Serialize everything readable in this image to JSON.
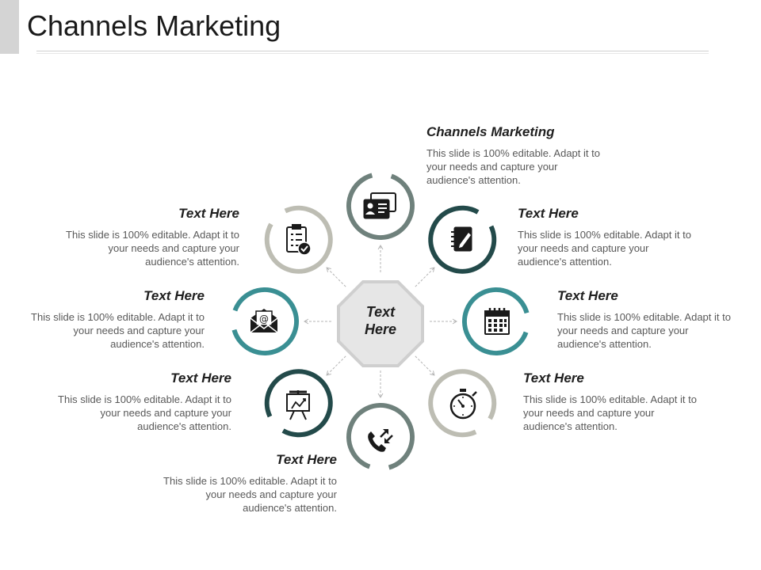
{
  "title": "Channels Marketing",
  "center": {
    "line1": "Text",
    "line2": "Here"
  },
  "colors": {
    "dark_teal": "#234a4a",
    "teal": "#3a8f93",
    "gray_green": "#6f817c",
    "light_gray": "#bdbdb3",
    "octagon_fill": "#e6e6e6",
    "octagon_stroke": "#cfcfcf"
  },
  "nodes": [
    {
      "id": "top",
      "icon": "id-card-icon",
      "ring_color": "#6f817c"
    },
    {
      "id": "upper-right",
      "icon": "notebook-pen-icon",
      "ring_color": "#234a4a"
    },
    {
      "id": "right",
      "icon": "calendar-icon",
      "ring_color": "#3a8f93"
    },
    {
      "id": "lower-right",
      "icon": "stopwatch-icon",
      "ring_color": "#bdbdb3"
    },
    {
      "id": "bottom",
      "icon": "phone-arrows-icon",
      "ring_color": "#6f817c"
    },
    {
      "id": "lower-left",
      "icon": "presentation-board-icon",
      "ring_color": "#234a4a"
    },
    {
      "id": "left",
      "icon": "email-envelope-icon",
      "ring_color": "#3a8f93"
    },
    {
      "id": "upper-left",
      "icon": "checklist-clipboard-icon",
      "ring_color": "#bdbdb3"
    }
  ],
  "labels": [
    {
      "title": "Channels Marketing",
      "body": "This slide is 100% editable. Adapt it to your needs and capture your audience's attention."
    },
    {
      "title": "Text Here",
      "body": "This slide is 100% editable. Adapt it to your needs and capture your audience's attention."
    },
    {
      "title": "Text Here",
      "body": "This slide is 100% editable. Adapt it to your needs and capture your audience's attention."
    },
    {
      "title": "Text Here",
      "body": "This slide is 100% editable. Adapt it to your needs and capture your audience's attention."
    },
    {
      "title": "Text Here",
      "body": "This slide is 100% editable. Adapt it to your needs and capture your audience's attention."
    },
    {
      "title": "Text Here",
      "body": "This slide is 100% editable. Adapt it to your needs and capture your audience's attention."
    },
    {
      "title": "Text Here",
      "body": "This slide is 100% editable. Adapt it to your needs and capture your audience's attention."
    },
    {
      "title": "Text Here",
      "body": "This slide is 100% editable. Adapt it to your needs and capture your audience's attention."
    }
  ]
}
